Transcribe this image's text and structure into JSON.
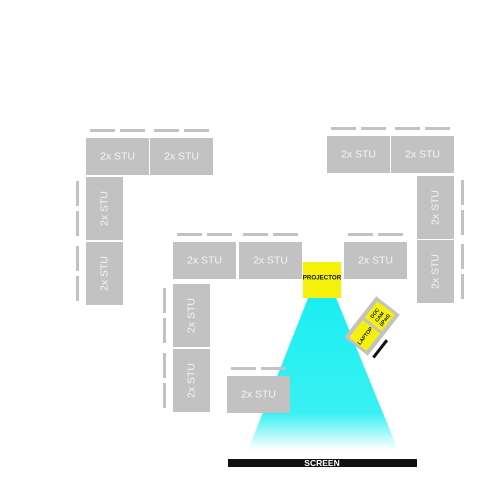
{
  "desk_label": "2x STU",
  "desk_color": "#c2c2c2",
  "chair_color": "#111111",
  "projector": {
    "label": "PROJECTOR",
    "color": "#f5f10a"
  },
  "beam": {
    "color": "#16eef0"
  },
  "equipment": {
    "laptop_label": "LAPTOP",
    "doc_cam_lines": [
      "DOC",
      "CAM",
      "(iPad)"
    ],
    "color": "#f5f10a"
  },
  "screen": {
    "label": "SCREEN",
    "color": "#111111"
  }
}
